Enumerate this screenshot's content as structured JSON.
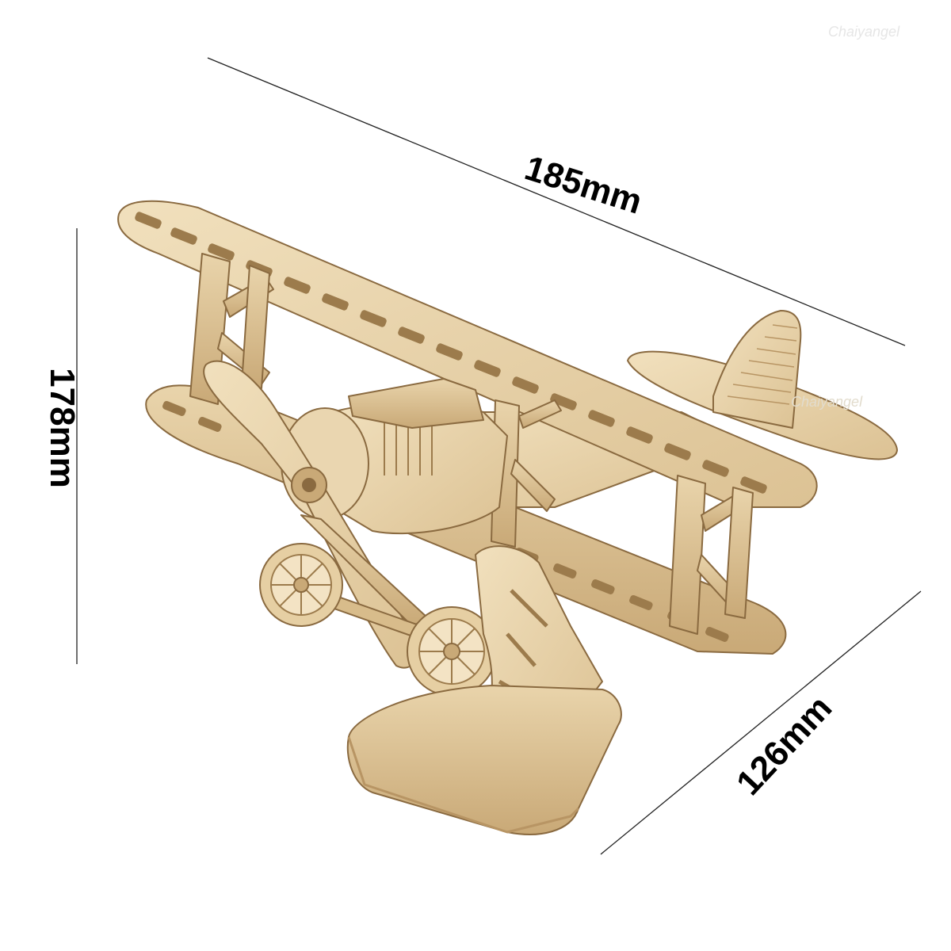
{
  "product": {
    "name_icon": "wooden-biplane-model",
    "wood_color": "#e8d3a8",
    "wood_dark": "#b89564",
    "wood_edge": "#8a6a40"
  },
  "dimensions": {
    "width": "185mm",
    "height": "178mm",
    "depth": "126mm"
  },
  "watermark": "Chaiyangel",
  "colors": {
    "background": "#ffffff",
    "lines": "#222222",
    "text": "#000000"
  }
}
